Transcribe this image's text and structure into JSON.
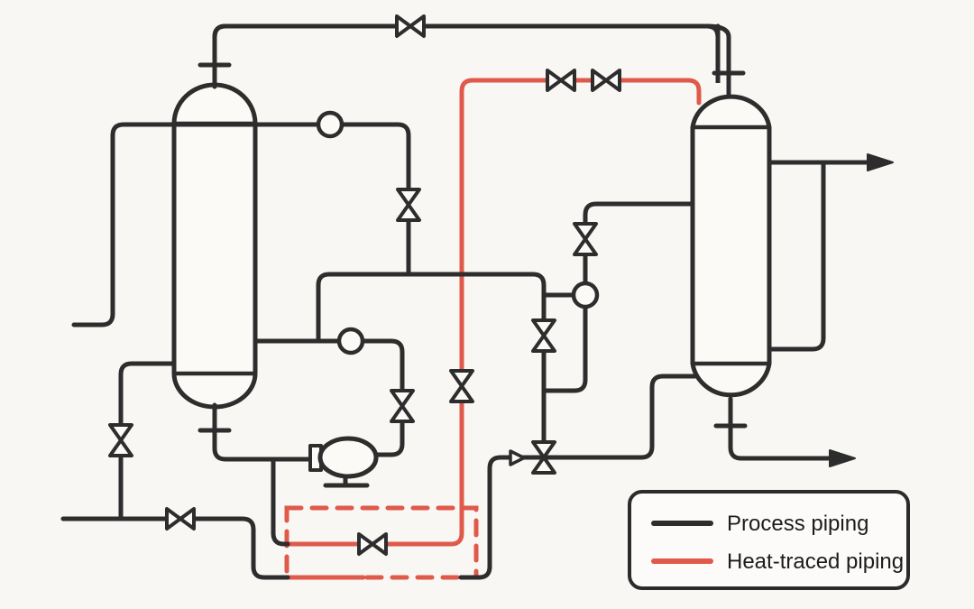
{
  "diagram": {
    "type": "process-piping-schematic",
    "legend": {
      "items": [
        {
          "label": "Process piping",
          "color": "#2D2D2D",
          "line_style": "solid"
        },
        {
          "label": "Heat-traced piping",
          "color": "#E05A4B",
          "line_style": "solid"
        }
      ]
    },
    "colors": {
      "process_piping": "#2D2D2D",
      "heat_traced_piping": "#E05A4B",
      "background": "#F8F7F4",
      "legend_text": "#1C1C1C"
    },
    "components": {
      "vessels": 2,
      "pumps": 1,
      "valves_total": 12,
      "valves_horizontal": 5,
      "valves_vertical": 7,
      "instrument_circles": 3,
      "flange_ticks": 4,
      "flow_arrows_solid": 2,
      "flow_arrows_open": 1,
      "heat_traced_zone": "dashed rectangle, bottom center"
    }
  }
}
